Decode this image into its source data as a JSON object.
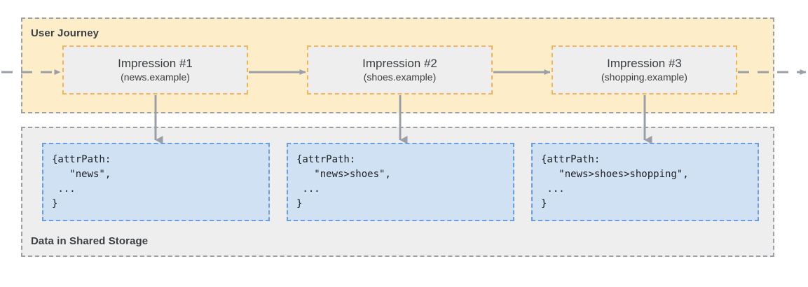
{
  "diagram": {
    "title_journey": "User Journey",
    "title_storage": "Data in Shared Storage",
    "colors": {
      "journey_panel_fill": "#fdeec9",
      "storage_panel_fill": "#eeeeee",
      "panel_border": "#9aa0a6",
      "impression_border": "#f6b352",
      "impression_fill": "#eeeeee",
      "code_fill": "#cfe1f3",
      "code_border": "#6b9ee0",
      "arrow": "#9aa0a6",
      "text": "#3c4043"
    },
    "impressions": [
      {
        "name": "Impression #1",
        "origin": "(news.example)"
      },
      {
        "name": "Impression #2",
        "origin": "(shoes.example)"
      },
      {
        "name": "Impression #3",
        "origin": "(shopping.example)"
      }
    ],
    "code_blocks": [
      {
        "text": "{attrPath:\n   \"news\",\n ...\n}"
      },
      {
        "text": "{attrPath:\n   \"news>shoes\",\n ...\n}"
      },
      {
        "text": "{attrPath:\n   \"news>shoes>shopping\",\n ...\n}"
      }
    ],
    "arrows": {
      "entry": "dashed-arrow-in",
      "exit": "dashed-arrow-out",
      "between_1_2": "solid-arrow-right",
      "between_2_3": "solid-arrow-right",
      "down_1": "solid-arrow-down",
      "down_2": "solid-arrow-down",
      "down_3": "solid-arrow-down"
    }
  }
}
